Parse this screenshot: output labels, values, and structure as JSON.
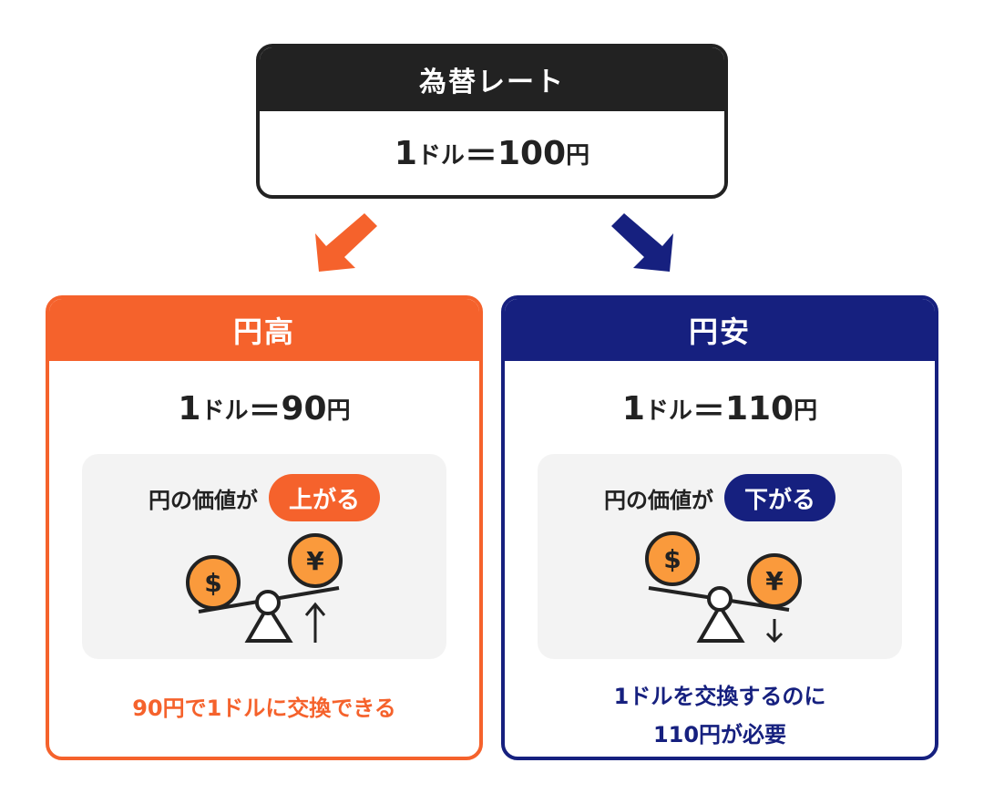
{
  "colors": {
    "dark": "#222222",
    "yen_high": "#F5622C",
    "yen_low": "#16207F",
    "panel_bg": "#F3F3F3",
    "coin": "#FA9A3C"
  },
  "rate_box": {
    "title": "為替レート",
    "rate_prefix": "1",
    "rate_unit_dollar": "ドル",
    "rate_equals": "＝",
    "rate_amount": "100",
    "rate_unit_yen": "円"
  },
  "arrows": {
    "left": "arrow-down-left-icon",
    "right": "arrow-down-right-icon"
  },
  "cards": [
    {
      "title": "円高",
      "rate_prefix": "1",
      "rate_unit_dollar": "ドル",
      "rate_equals": "＝",
      "rate_amount": "90",
      "rate_unit_yen": "円",
      "value_label": "円の価値が",
      "value_change": "上がる",
      "illustration": {
        "left_coin": "$",
        "right_coin": "¥",
        "direction_icon": "arrow-up-icon",
        "tilt": "yen-side-up"
      },
      "caption_lines": [
        "90円で1ドルに交換できる"
      ]
    },
    {
      "title": "円安",
      "rate_prefix": "1",
      "rate_unit_dollar": "ドル",
      "rate_equals": "＝",
      "rate_amount": "110",
      "rate_unit_yen": "円",
      "value_label": "円の価値が",
      "value_change": "下がる",
      "illustration": {
        "left_coin": "$",
        "right_coin": "¥",
        "direction_icon": "arrow-down-icon",
        "tilt": "yen-side-down"
      },
      "caption_lines": [
        "1ドルを交換するのに",
        "110円が必要"
      ]
    }
  ]
}
